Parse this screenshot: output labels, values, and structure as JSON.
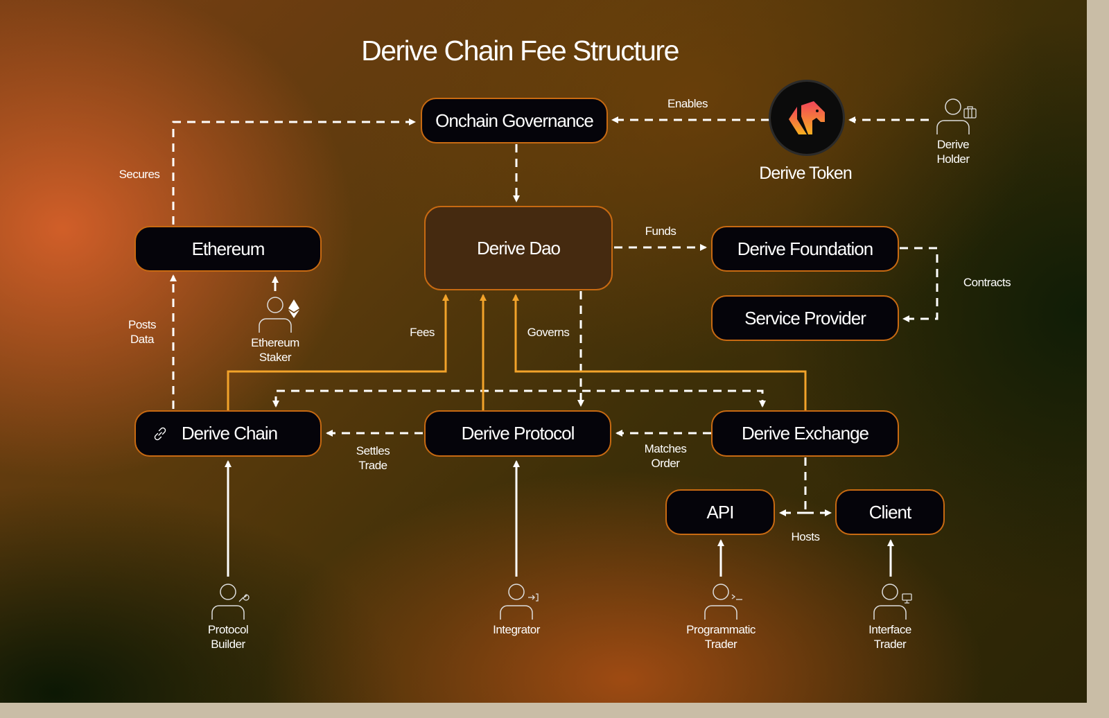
{
  "title": "Derive Chain Fee Structure",
  "colors": {
    "node_fill": "#05040a",
    "node_border": "#c86a12",
    "dao_fill": "#452a10",
    "fee_line": "#f2a32a",
    "dashed_line": "#ffffff"
  },
  "nodes": {
    "onchain_governance": "Onchain Governance",
    "derive_dao": "Derive Dao",
    "derive_foundation": "Derive Foundation",
    "service_provider": "Service Provider",
    "ethereum": "Ethereum",
    "derive_chain": "Derive Chain",
    "derive_protocol": "Derive Protocol",
    "derive_exchange": "Derive Exchange",
    "api": "API",
    "client": "Client"
  },
  "token": {
    "name": "Derive Token",
    "icon": "derive-logo-icon"
  },
  "edge_labels": {
    "enables": "Enables",
    "secures": "Secures",
    "funds": "Funds",
    "contracts": "Contracts",
    "posts_data_1": "Posts",
    "posts_data_2": "Data",
    "fees": "Fees",
    "governs": "Governs",
    "settles_trade_1": "Settles",
    "settles_trade_2": "Trade",
    "matches_order_1": "Matches",
    "matches_order_2": "Order",
    "hosts": "Hosts"
  },
  "actors": {
    "derive_holder": {
      "line1": "Derive",
      "line2": "Holder",
      "icon": "briefcase-icon"
    },
    "ethereum_staker": {
      "line1": "Ethereum",
      "line2": "Staker",
      "icon": "ethereum-icon"
    },
    "protocol_builder": {
      "line1": "Protocol",
      "line2": "Builder",
      "icon": "wrench-icon"
    },
    "integrator": {
      "line1": "Integrator",
      "line2": "",
      "icon": "login-arrow-icon"
    },
    "programmatic_trader": {
      "line1": "Programmatic",
      "line2": "Trader",
      "icon": "terminal-icon"
    },
    "interface_trader": {
      "line1": "Interface",
      "line2": "Trader",
      "icon": "monitor-icon"
    }
  },
  "edges": [
    {
      "from": "Ethereum",
      "to": "Onchain Governance",
      "label": "Secures",
      "style": "dashed"
    },
    {
      "from": "Derive Token",
      "to": "Onchain Governance",
      "label": "Enables",
      "style": "dashed"
    },
    {
      "from": "Derive Holder",
      "to": "Derive Token",
      "label": "",
      "style": "dashed"
    },
    {
      "from": "Onchain Governance",
      "to": "Derive Dao",
      "label": "",
      "style": "dashed"
    },
    {
      "from": "Derive Dao",
      "to": "Derive Foundation",
      "label": "Funds",
      "style": "dashed"
    },
    {
      "from": "Derive Foundation",
      "to": "Service Provider",
      "label": "Contracts",
      "style": "dashed"
    },
    {
      "from": "Derive Chain",
      "to": "Ethereum",
      "label": "Posts Data",
      "style": "dashed"
    },
    {
      "from": "Ethereum Staker",
      "to": "Ethereum",
      "label": "",
      "style": "solid"
    },
    {
      "from": "Derive Chain",
      "to": "Derive Dao",
      "label": "Fees",
      "style": "fee"
    },
    {
      "from": "Derive Protocol",
      "to": "Derive Dao",
      "label": "",
      "style": "fee"
    },
    {
      "from": "Derive Exchange",
      "to": "Derive Dao",
      "label": "",
      "style": "fee"
    },
    {
      "from": "Derive Dao",
      "to": "Derive Chain, Derive Protocol, Derive Exchange",
      "label": "Governs",
      "style": "dashed"
    },
    {
      "from": "Derive Protocol",
      "to": "Derive Chain",
      "label": "Settles Trade",
      "style": "dashed"
    },
    {
      "from": "Derive Exchange",
      "to": "Derive Protocol",
      "label": "Matches Order",
      "style": "dashed"
    },
    {
      "from": "Derive Exchange",
      "to": "API, Client",
      "label": "Hosts",
      "style": "dashed"
    },
    {
      "from": "Protocol Builder",
      "to": "Derive Chain",
      "label": "",
      "style": "solid"
    },
    {
      "from": "Integrator",
      "to": "Derive Protocol",
      "label": "",
      "style": "solid"
    },
    {
      "from": "Programmatic Trader",
      "to": "API",
      "label": "",
      "style": "solid"
    },
    {
      "from": "Interface Trader",
      "to": "Client",
      "label": "",
      "style": "solid"
    }
  ]
}
